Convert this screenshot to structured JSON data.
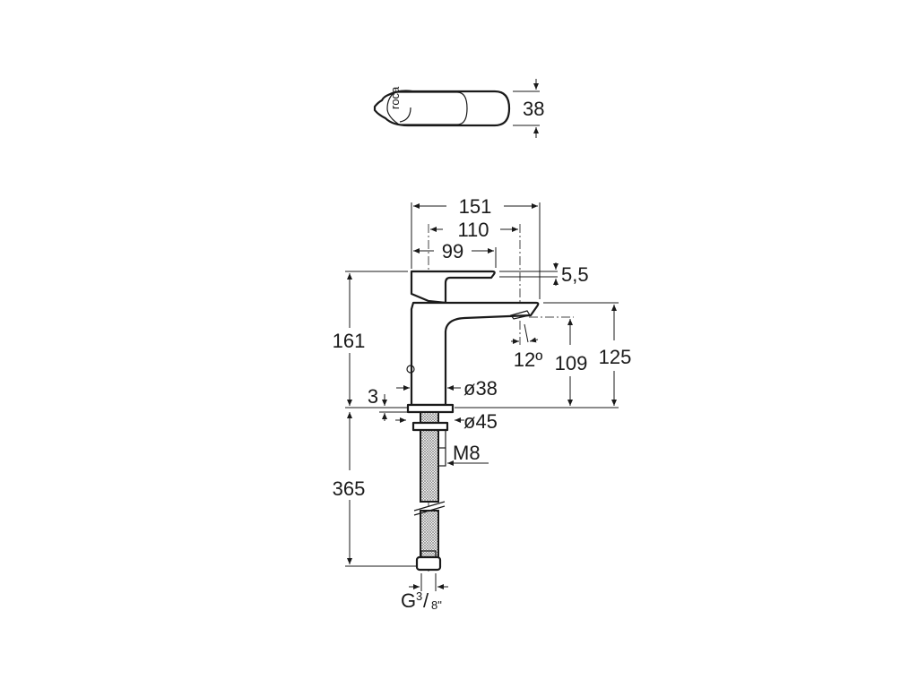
{
  "drawing": {
    "top_view": {
      "width_label": "38"
    },
    "side_view": {
      "dim_total_length": "151",
      "dim_spout_reach": "110",
      "dim_handle_length": "99",
      "dim_handle_gap": "5,5",
      "dim_total_height": "161",
      "dim_spout_angle": "12º",
      "dim_outlet_height": "109",
      "dim_spout_top_height": "125",
      "dim_body_diameter": "ø38",
      "dim_base_thickness": "3",
      "dim_base_diameter": "ø45",
      "dim_rod_thread": "M8",
      "dim_hose_length": "365",
      "dim_connection_main": "G",
      "dim_connection_num": "3",
      "dim_connection_den": "8\""
    }
  }
}
